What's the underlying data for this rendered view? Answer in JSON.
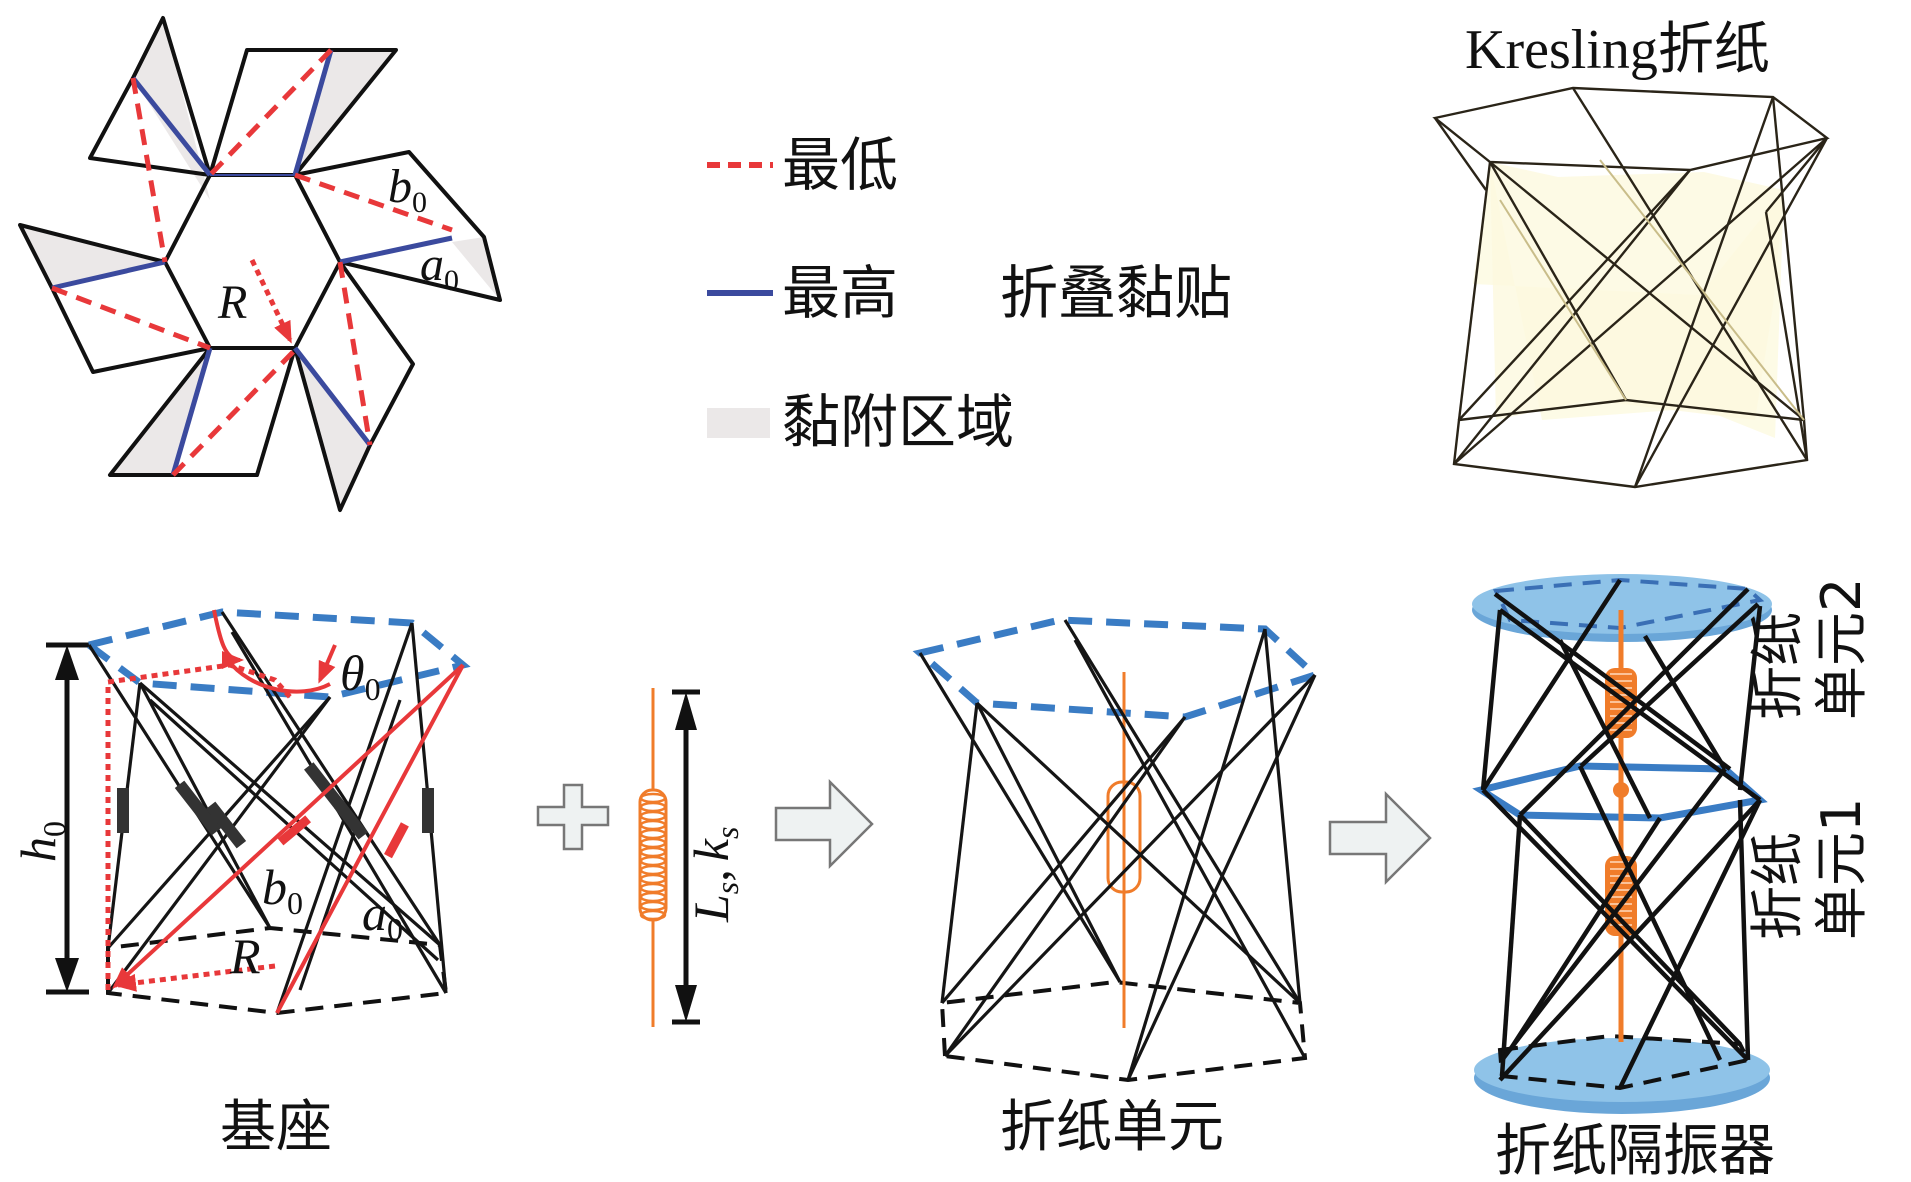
{
  "figure": {
    "crease_pattern": {
      "labels": {
        "b": "b",
        "b_sub": "0",
        "a": "a",
        "a_sub": "0",
        "R": "R"
      }
    },
    "legend": {
      "items": [
        {
          "label": "最低",
          "style": "dashed",
          "color": "#e8383a"
        },
        {
          "label": "最高",
          "style": "solid",
          "color": "#3b4a9e"
        },
        {
          "label": "黏附区域",
          "style": "fill",
          "color": "#ebe8e8"
        }
      ]
    },
    "fold_step": {
      "label": "折叠黏贴"
    },
    "kresling": {
      "title": "Kresling折纸"
    },
    "base": {
      "caption": "基座",
      "labels": {
        "h": "h",
        "h_sub": "0",
        "theta": "θ",
        "theta_sub": "0",
        "b": "b",
        "b_sub": "0",
        "a": "a",
        "a_sub": "0",
        "R": "R"
      }
    },
    "plus_symbol": {
      "name": "plus"
    },
    "spring": {
      "label_L": "L",
      "label_L_sub": "s",
      "sep": ",",
      "label_k": "k",
      "label_k_sub": "s"
    },
    "unit": {
      "caption": "折纸单元"
    },
    "isolator": {
      "caption": "折纸隔振器",
      "unit2": [
        "折纸",
        "单元2"
      ],
      "unit1": [
        "折纸",
        "单元1"
      ]
    },
    "colors": {
      "valley_red": "#e8383a",
      "mountain_blue": "#3b4a9e",
      "glue_gray": "#ebe8e8",
      "top_plane_blue": "#3a7cc4",
      "plate_blue": "#8fc3e8",
      "spring_orange": "#f07c2a",
      "kresling_fill": "#fdfbe6"
    }
  }
}
